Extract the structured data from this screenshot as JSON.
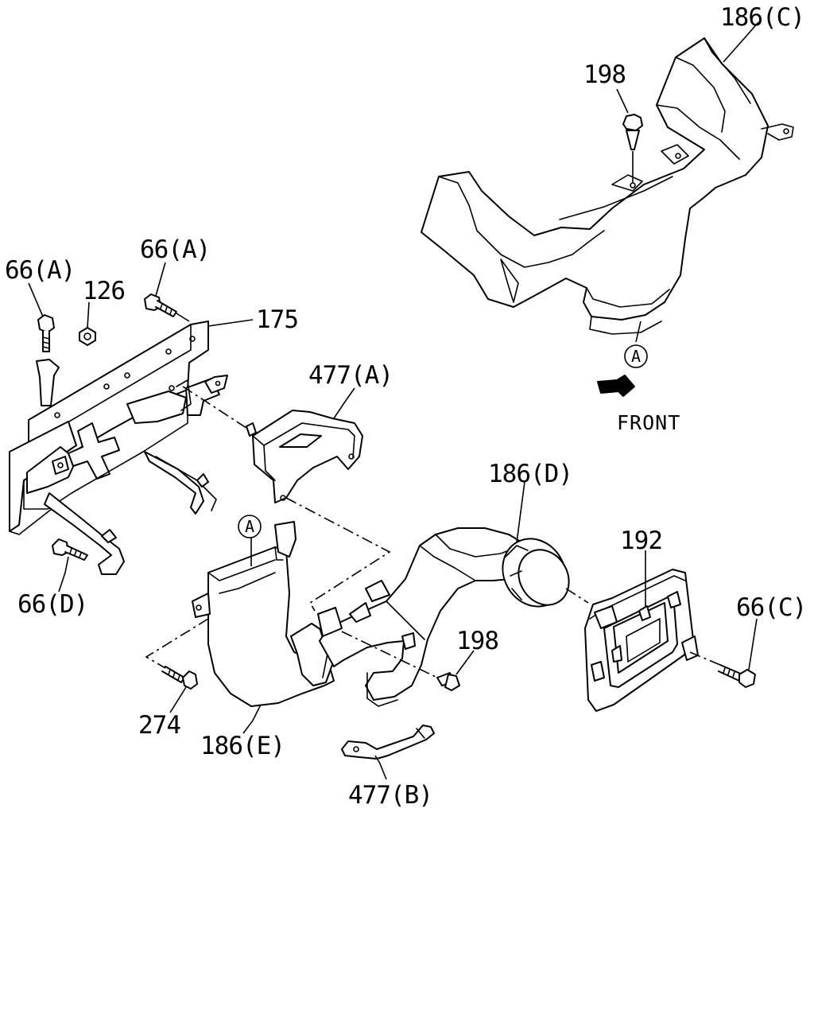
{
  "labels": {
    "p186c": "186(C)",
    "p198_top": "198",
    "p66a_left": "66(A)",
    "p66a_mid": "66(A)",
    "p126": "126",
    "p175": "175",
    "p477a": "477(A)",
    "ref_a_top": "A",
    "front": "FRONT",
    "p186d": "186(D)",
    "ref_a_mid": "A",
    "p192": "192",
    "p66c": "66(C)",
    "p66d": "66(D)",
    "p198_mid": "198",
    "p274": "274",
    "p186e": "186(E)",
    "p477b": "477(B)"
  }
}
